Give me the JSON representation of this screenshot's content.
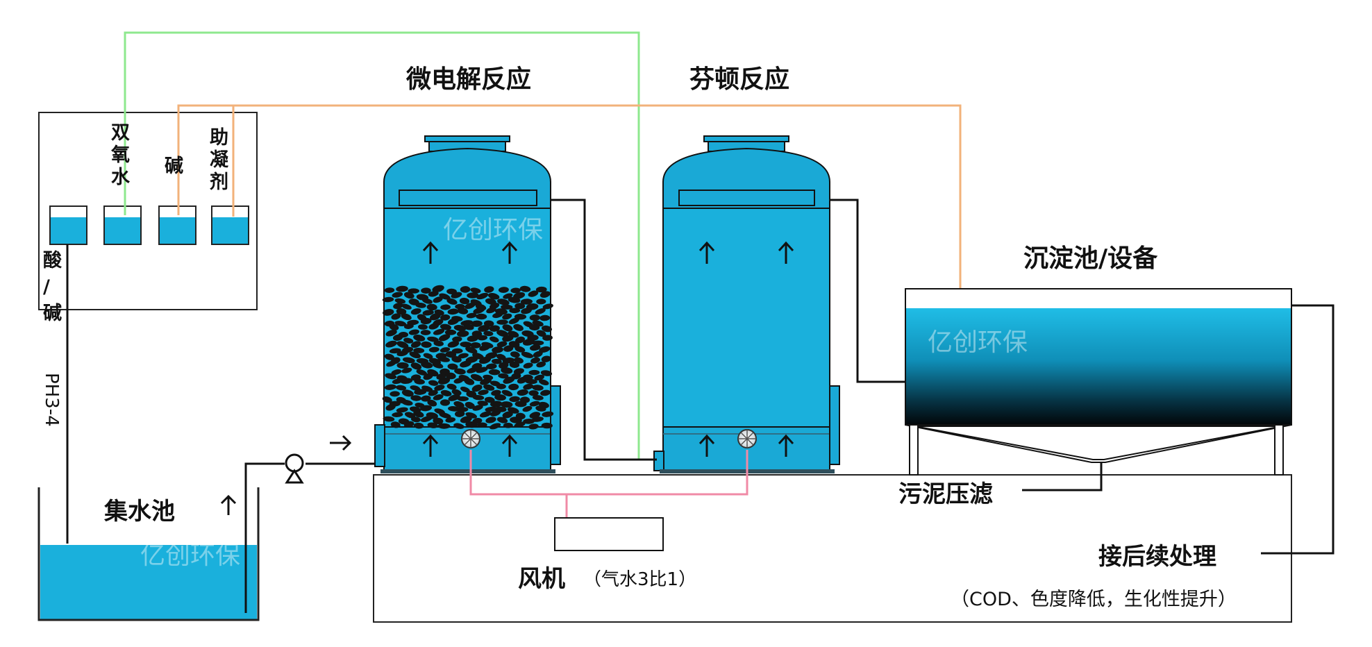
{
  "labels": {
    "micro_electrolysis": "微电解反应",
    "fenton": "芬顿反应",
    "hydrogen_peroxide": "双氧水",
    "alkali": "碱",
    "coagulant": "助凝剂",
    "acid_alkali": "酸/碱",
    "ph": "PH3-4",
    "collection_tank": "集水池",
    "sedimentation": "沉淀池/设备",
    "sludge_filter": "污泥压滤",
    "blower": "风机",
    "blower_note": "（气水3比1）",
    "follow_up": "接后续处理",
    "follow_up_note": "（COD、色度降低，生化性提升）",
    "watermark": "亿创环保"
  },
  "icons": {
    "pump": "pump-icon",
    "flow_arrow": "arrow-up-icon",
    "inlet_arrow": "arrow-right-icon",
    "diffuser": "aerator-icon"
  },
  "colors": {
    "water": "#1ab0dc",
    "tank_top": "#1aa9d6",
    "media": "#141414",
    "h2o2_line": "#8ee88e",
    "alkali_line": "#f2b27a",
    "air_line": "#f08aa6",
    "outline": "#111111",
    "sed_gradient_top": "#1ab6e0",
    "sed_gradient_bottom": "#050a0c"
  }
}
